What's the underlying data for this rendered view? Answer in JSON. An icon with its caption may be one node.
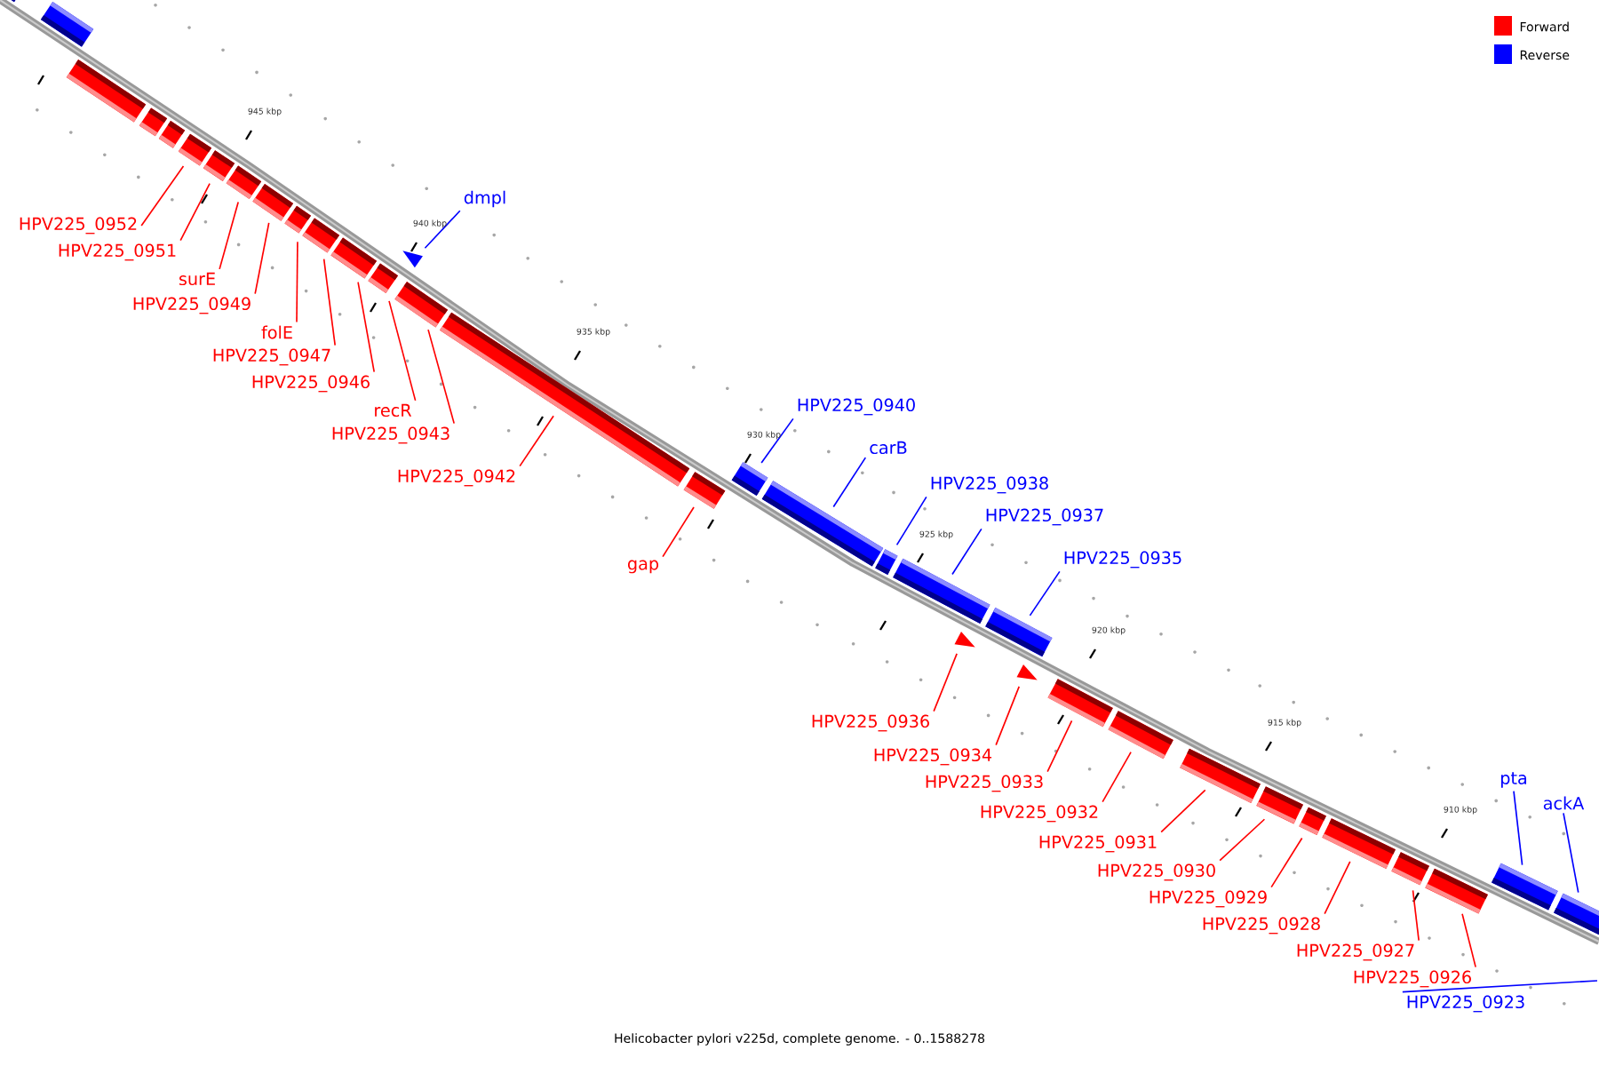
{
  "diagram": {
    "caption": "Helicobacter pylori v225d, complete genome. - 0..1588278",
    "nodes": [
      {
        "text": [],
        "shape": "bar"
      },
      {
        "text": [],
        "shape": "bar"
      },
      {
        "text": [],
        "shape": "bar"
      },
      {
        "text": [],
        "shape": "bar"
      },
      {
        "text": [],
        "shape": "bar"
      },
      {
        "text": [],
        "shape": "bar"
      },
      {
        "text": [],
        "shape": "bar"
      },
      {
        "text": [],
        "shape": "bar"
      },
      {
        "text": [],
        "shape": "bar"
      },
      {
        "text": [],
        "shape": "bar"
      },
      {
        "text": [],
        "shape": "bar"
      },
      {
        "text": [],
        "shape": "bar"
      },
      {
        "text": [],
        "shape": "bar"
      },
      {
        "text": [],
        "shape": "bar"
      },
      {
        "text": [],
        "shape": "bar"
      },
      {
        "text": [],
        "shape": "bar"
      },
      {
        "text": [],
        "shape": "triangle"
      },
      {
        "text": [],
        "shape": "bar"
      },
      {
        "text": [],
        "shape": "bar"
      },
      {
        "text": [],
        "shape": "bar"
      },
      {
        "text": [],
        "shape": "bar"
      },
      {
        "text": [],
        "shape": "bar"
      },
      {
        "text": [],
        "shape": "triangle"
      },
      {
        "text": [],
        "shape": "triangle"
      },
      {
        "text": [],
        "shape": "bar"
      },
      {
        "text": [],
        "shape": "bar"
      },
      {
        "text": [],
        "shape": "bar"
      },
      {
        "text": [],
        "shape": "bar"
      },
      {
        "text": [],
        "shape": "bar"
      },
      {
        "text": [],
        "shape": "bar"
      },
      {
        "text": [],
        "shape": "bar"
      },
      {
        "text": [],
        "shape": "bar"
      },
      {
        "text": [],
        "shape": "bar"
      },
      {
        "text": [],
        "shape": "bar"
      },
      {
        "text": [
          "HPV225_0952"
        ]
      },
      {
        "text": [
          "HPV225_0951"
        ]
      },
      {
        "text": [
          "surE"
        ]
      },
      {
        "text": [
          "HPV225_0949"
        ]
      },
      {
        "text": [
          "folE"
        ]
      },
      {
        "text": [
          "HPV225_0947"
        ]
      },
      {
        "text": [
          "HPV225_0946"
        ]
      },
      {
        "text": [
          "recR"
        ]
      },
      {
        "text": [
          "HPV225_0943"
        ]
      },
      {
        "text": [
          "HPV225_0942"
        ]
      },
      {
        "text": [
          "gap"
        ]
      },
      {
        "text": [
          "dmpl"
        ]
      },
      {
        "text": [
          "HPV225_0940"
        ]
      },
      {
        "text": [
          "carB"
        ]
      },
      {
        "text": [
          "HPV225_0938"
        ]
      },
      {
        "text": [
          "HPV225_0937"
        ]
      },
      {
        "text": [
          "HPV225_0935"
        ]
      },
      {
        "text": [
          "HPV225_0936"
        ]
      },
      {
        "text": [
          "HPV225_0934"
        ]
      },
      {
        "text": [
          "HPV225_0933"
        ]
      },
      {
        "text": [
          "HPV225_0932"
        ]
      },
      {
        "text": [
          "HPV225_0931"
        ]
      },
      {
        "text": [
          "HPV225_0930"
        ]
      },
      {
        "text": [
          "HPV225_0929"
        ]
      },
      {
        "text": [
          "HPV225_0928"
        ]
      },
      {
        "text": [
          "HPV225_0927"
        ]
      },
      {
        "text": [
          "HPV225_0926"
        ]
      },
      {
        "text": [
          "pta"
        ]
      },
      {
        "text": [
          "ackA"
        ]
      },
      {
        "text": [
          "HPV225_0923"
        ]
      }
    ],
    "edges": [
      {
        "from": 34,
        "to": 5,
        "arrow": "none"
      },
      {
        "from": 35,
        "to": 6,
        "arrow": "none"
      },
      {
        "from": 36,
        "to": 7,
        "arrow": "none"
      },
      {
        "from": 37,
        "to": 8,
        "arrow": "none"
      },
      {
        "from": 38,
        "to": 9,
        "arrow": "none"
      },
      {
        "from": 39,
        "to": 10,
        "arrow": "none"
      },
      {
        "from": 40,
        "to": 11,
        "arrow": "none"
      },
      {
        "from": 41,
        "to": 12,
        "arrow": "none"
      },
      {
        "from": 42,
        "to": 13,
        "arrow": "none"
      },
      {
        "from": 43,
        "to": 14,
        "arrow": "none"
      },
      {
        "from": 44,
        "to": 15,
        "arrow": "none"
      },
      {
        "from": 45,
        "to": 16,
        "arrow": "none",
        "color": "#0000ff"
      },
      {
        "from": 46,
        "to": 17,
        "arrow": "none",
        "color": "#0000ff"
      },
      {
        "from": 47,
        "to": 18,
        "arrow": "none",
        "color": "#0000ff"
      },
      {
        "from": 48,
        "to": 19,
        "arrow": "none",
        "color": "#0000ff"
      },
      {
        "from": 49,
        "to": 20,
        "arrow": "none",
        "color": "#0000ff"
      },
      {
        "from": 50,
        "to": 21,
        "arrow": "none",
        "color": "#0000ff"
      },
      {
        "from": 51,
        "to": 22,
        "arrow": "none"
      },
      {
        "from": 52,
        "to": 23,
        "arrow": "none"
      },
      {
        "from": 53,
        "to": 24,
        "arrow": "none"
      },
      {
        "from": 54,
        "to": 25,
        "arrow": "none"
      },
      {
        "from": 55,
        "to": 26,
        "arrow": "none"
      },
      {
        "from": 56,
        "to": 27,
        "arrow": "none"
      },
      {
        "from": 57,
        "to": 28,
        "arrow": "none"
      },
      {
        "from": 58,
        "to": 29,
        "arrow": "none"
      },
      {
        "from": 59,
        "to": 30,
        "arrow": "none"
      },
      {
        "from": 60,
        "to": 31,
        "arrow": "none"
      },
      {
        "from": 61,
        "to": 32,
        "arrow": "none",
        "color": "#0000ff"
      },
      {
        "from": 62,
        "to": 33,
        "arrow": "none",
        "color": "#0000ff"
      },
      {
        "from": 63,
        "to": null,
        "arrow": "none",
        "color": "#0000ff"
      }
    ],
    "labels": [
      "945 kbp",
      "940 kbp",
      "935 kbp",
      "930 kbp",
      "925 kbp",
      "920 kbp",
      "915 kbp",
      "910 kbp"
    ],
    "legend": [
      {
        "text": "Forward",
        "color": "#ff0000"
      },
      {
        "text": "Reverse",
        "color": "#0000ff"
      }
    ]
  }
}
